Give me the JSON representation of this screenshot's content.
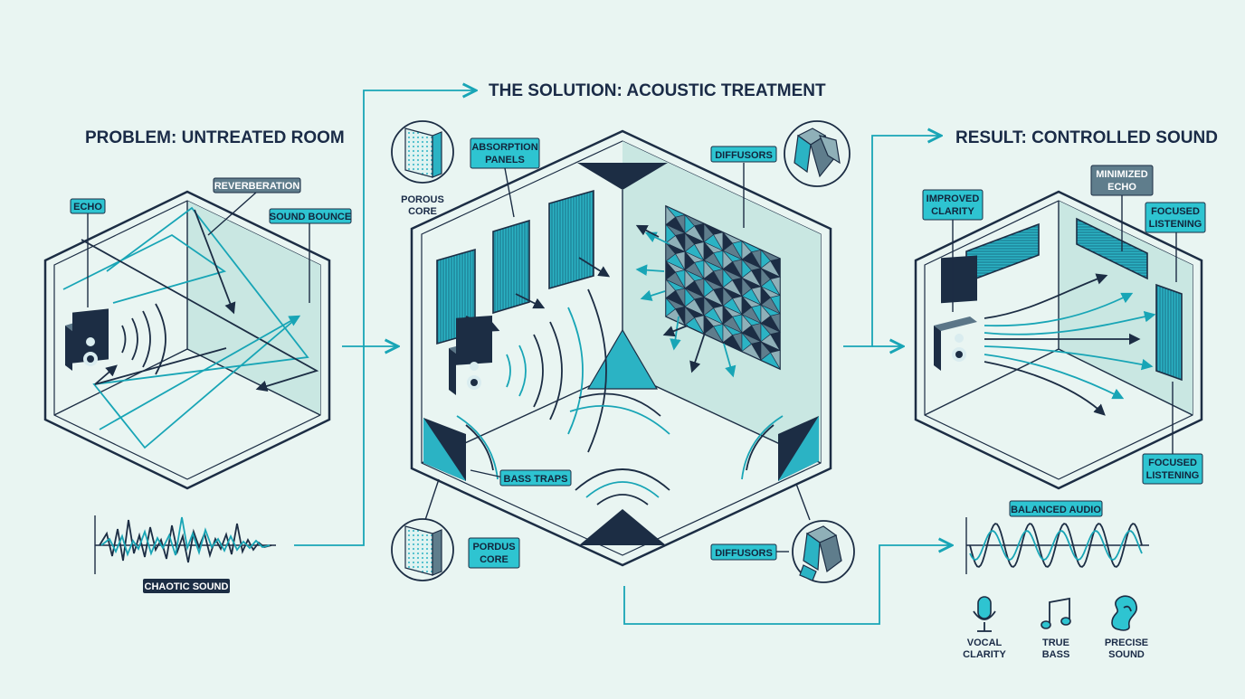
{
  "headings": {
    "problem": "PROBLEM: UNTREATED ROOM",
    "solution": "THE SOLUTION: ACOUSTIC TREATMENT",
    "result": "RESULT: CONTROLLED SOUND"
  },
  "problem_labels": {
    "echo": "ECHO",
    "reverberation": "REVERBERATION",
    "sound_bounce": "SOUND BOUNCE",
    "chaotic_sound": "CHAOTIC SOUND"
  },
  "solution_labels": {
    "absorption_panels_1": "ABSORPTION",
    "absorption_panels_2": "PANELS",
    "porous_core_top_1": "POROUS",
    "porous_core_top_2": "CORE",
    "diffusors_top": "DIFFUSORS",
    "bass_traps": "BASS TRAPS",
    "porous_core_bottom_1": "PORDUS",
    "porous_core_bottom_2": "CORE",
    "diffusors_bottom": "DIFFUSORS"
  },
  "result_labels": {
    "improved_clarity_1": "IMPROVED",
    "improved_clarity_2": "CLARITY",
    "minimized_echo_1": "MINIMIZED",
    "minimized_echo_2": "ECHO",
    "focused_listening_top_1": "FOCUSED",
    "focused_listening_top_2": "LISTENING",
    "focused_listening_bottom_1": "FOCUSED",
    "focused_listening_bottom_2": "LISTENING",
    "balanced_audio": "BALANCED AUDIO"
  },
  "benefits": [
    {
      "icon": "microphone-icon",
      "line1": "VOCAL",
      "line2": "CLARITY"
    },
    {
      "icon": "music-note-icon",
      "line1": "TRUE",
      "line2": "BASS"
    },
    {
      "icon": "ear-icon",
      "line1": "PRECISE",
      "line2": "SOUND"
    }
  ],
  "colors": {
    "background": "#e9f5f2",
    "navy": "#1c2d44",
    "teal": "#18a5b6",
    "tag_fill": "#2ec4d1",
    "tag_dark": "#1c2d44",
    "tag_gray": "#5f7d8c"
  }
}
